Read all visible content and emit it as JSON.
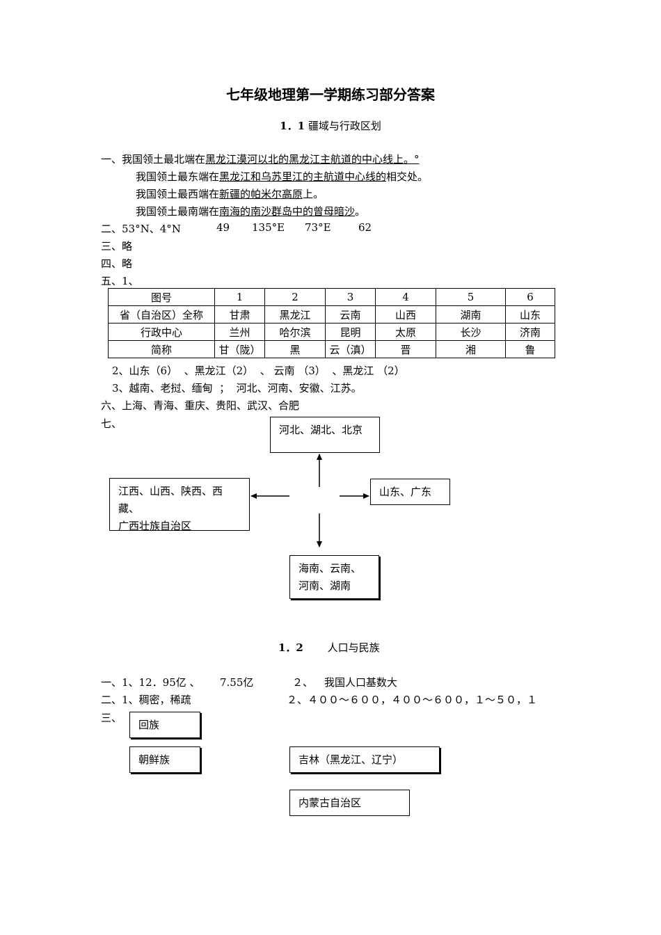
{
  "title": "七年级地理第一学期练习部分答案",
  "section1": {
    "heading_num": "1．1",
    "heading_text": "疆域与行政区划",
    "q1": {
      "label": "一、",
      "lines": [
        {
          "pre": "我国领土最北端在",
          "ans": "黑龙江漠河以北的黑龙江主航道的中心线上。",
          "post": "°"
        },
        {
          "pre": "我国领土最东端在",
          "ans": "黑龙江和乌苏里江的主航道中心线的",
          "post": "相交处。"
        },
        {
          "pre": "我国领土最西端在",
          "ans": "新疆的帕米尔高原",
          "post": "上。"
        },
        {
          "pre": "我国领土最南端在",
          "ans": "南海的南沙群岛中的曾母暗沙",
          "post": "。"
        }
      ]
    },
    "q2": {
      "label": "二、",
      "values": [
        "53°N、4°N",
        "49",
        "135°E",
        "73°E",
        "62"
      ]
    },
    "q3": "三、略",
    "q4": "四、略",
    "q5_label": "五、1、",
    "table": {
      "headers": [
        "图号",
        "1",
        "2",
        "3",
        "4",
        "5",
        "6"
      ],
      "rows": [
        [
          "省（自治区）全称",
          "甘肃",
          "黑龙江",
          "云南",
          "山西",
          "湖南",
          "山东"
        ],
        [
          "行政中心",
          "兰州",
          "哈尔滨",
          "昆明",
          "太原",
          "长沙",
          "济南"
        ],
        [
          "简称",
          "甘（陇）",
          "黑",
          "云（滇）",
          "晋",
          "湘",
          "鲁"
        ]
      ]
    },
    "q5_2": "2、山东（6）  、黑龙江（2）  、 云南 （3）  、黑龙江 （2）",
    "q5_3": "3、越南、老挝、缅甸  ；  河北、河南、安徽、江苏。",
    "q6": "六、上海、青海、重庆、贵阳、武汉、合肥",
    "q7_label": "七、",
    "diagram": {
      "north": "河北、湖北、北京",
      "west_line1": "江西、山西、陕西、西藏、",
      "west_line2": "广西壮族自治区",
      "east": "山东、广东",
      "south_line1": "海南、云南、",
      "south_line2": "河南、湖南"
    }
  },
  "section2": {
    "heading_num": "1．2",
    "heading_text": "人口与民族",
    "q1": {
      "label": "一、",
      "part1": "1、12．95亿 、",
      "part2": "7.55亿",
      "part3": "２、",
      "part4": "我国人口基数大"
    },
    "q2": {
      "label": "二、",
      "part1": "1、稠密，稀疏",
      "part2": "２、４００～６００，４００～６００，１～５０，１"
    },
    "q3_label": "三、",
    "boxes": {
      "hui": "回族",
      "chaoxian": "朝鲜族",
      "jilin": "吉林（黑龙江、辽宁）",
      "neimenggu": "内蒙古自治区"
    }
  }
}
